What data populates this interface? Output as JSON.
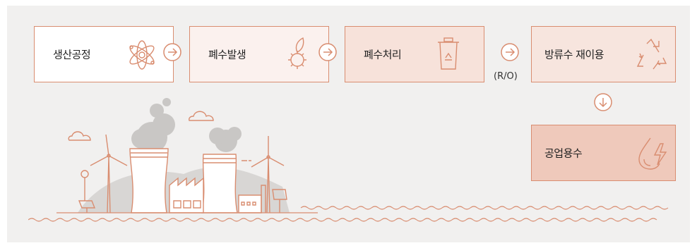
{
  "steps": {
    "production": "생산공정",
    "wastewater_generation": "폐수발생",
    "wastewater_treatment": "폐수처리",
    "discharge_reuse": "방류수 재이용",
    "industrial_water": "공업용수"
  },
  "ro_label": "(R/O)",
  "colors": {
    "border": "#d98d70",
    "step1_fill": "#ffffff",
    "step2_fill": "#fbf1ee",
    "step3_fill": "#f7e2da",
    "step4_fill": "#f7e5de",
    "step5_fill": "#efc9bb",
    "panel": "#f1f0ef"
  },
  "icons": {
    "production": "atom-icon",
    "wastewater_generation": "leaf-gear-icon",
    "wastewater_treatment": "recycle-bin-icon",
    "discharge_reuse": "recycle-icon",
    "industrial_water": "water-energy-icon",
    "flow": "arrow-circle-icon"
  }
}
